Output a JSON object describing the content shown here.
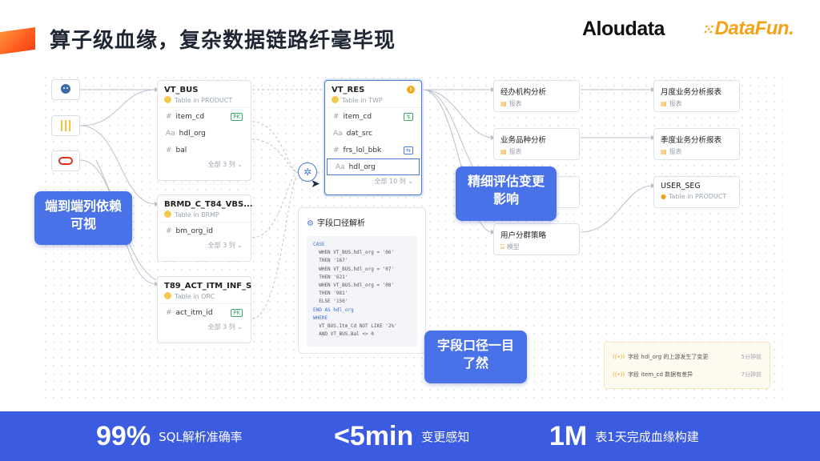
{
  "header": {
    "title": "算子级血缘，复杂数据链路纤毫毕现",
    "logo_primary": "Aloudata",
    "logo_secondary": "DataFun."
  },
  "sources": [
    "database-icon",
    "kafka-icon",
    "oracle-icon"
  ],
  "cards": {
    "vt_bus": {
      "name": "VT_BUS",
      "sub": "Table in PRODUCT",
      "fields": [
        "item_cd",
        "hdl_org",
        "bal"
      ],
      "field_types": [
        "#",
        "Aa",
        "#"
      ],
      "pk": "PK",
      "more": "全部 3 列 ⌄"
    },
    "brmd": {
      "name": "BRMD_C_T84_VBS...",
      "sub": "Table in BRMP",
      "fields": [
        "bm_org_id"
      ],
      "field_types": [
        "#"
      ],
      "more": "全部 3 列 ⌄"
    },
    "t89": {
      "name": "T89_ACT_ITM_INF_S",
      "sub": "Table in ORC",
      "fields": [
        "act_itm_id"
      ],
      "field_types": [
        "#"
      ],
      "pk": "PK",
      "more": "全部 3 列 ⌄"
    },
    "vt_res": {
      "name": "VT_RES",
      "sub": "Table in TWP",
      "fields": [
        "item_cd",
        "dat_src",
        "frs_lol_bbk",
        "hdl_org"
      ],
      "field_types": [
        "#",
        "Aa",
        "#",
        "Aa"
      ],
      "more": "全部 10 列 ⌄"
    }
  },
  "targets": [
    {
      "name": "经办机构分析",
      "sub": "报表"
    },
    {
      "name": "业务品种分析",
      "sub": "报表"
    },
    {
      "name": "用户分群策略",
      "sub": "模型"
    },
    {
      "name": "月度业务分析报表",
      "sub": "报表"
    },
    {
      "name": "季度业务分析报表",
      "sub": "报表"
    },
    {
      "name": "USER_SEG",
      "sub": "Table in PRODUCT"
    }
  ],
  "sql_panel": {
    "title": "字段口径解析",
    "code": [
      "CASE",
      "  WHEN VT_BUS.hdl_org = '06'",
      "  THEN '167'",
      "  WHEN VT_BUS.hdl_org = '07'",
      "  THEN '621'",
      "  WHEN VT_BUS.hdl_org = '08'",
      "  THEN '981'",
      "  ELSE '150'",
      "END AS hdl_org",
      "WHERE",
      "  VT_BUS.Itm_Cd NOT LIKE '2%'",
      "  AND VT_BUS.Bal <> 0"
    ]
  },
  "bubbles": {
    "lineage": "端到端列依赖可视",
    "impact": "精细评估变更影响",
    "caliber": "字段口径一目了然"
  },
  "notices": [
    {
      "text": "字段 hdl_org 的上游发生了变更",
      "time": "5分钟前"
    },
    {
      "text": "字段 item_cd 数据有差异",
      "time": "7分钟前"
    }
  ],
  "stats": [
    {
      "value": "99%",
      "label": "SQL解析准确率"
    },
    {
      "value": "<5min",
      "label": "变更感知"
    },
    {
      "value": "1M",
      "label": "表1天完成血缘构建"
    }
  ],
  "colors": {
    "accent": "#3b5be0",
    "bubble": "#4a72e8",
    "orange": "#ff6a1f",
    "brand_yellow": "#f4a21a"
  }
}
